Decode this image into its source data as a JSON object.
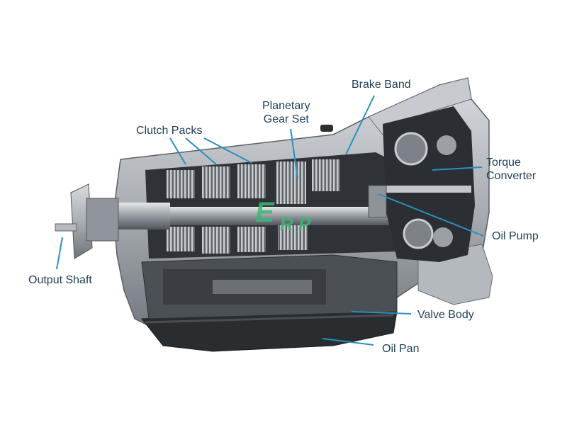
{
  "diagram": {
    "accent_color": "#2a8fbf",
    "label_color": "#1f3e57",
    "watermark_color": "#3cb878",
    "labels": {
      "brake_band": "Brake Band",
      "planetary_gear_set_line1": "Planetary",
      "planetary_gear_set_line2": "Gear Set",
      "clutch_packs": "Clutch Packs",
      "torque_converter_line1": "Torque",
      "torque_converter_line2": "Converter",
      "oil_pump": "Oil Pump",
      "output_shaft": "Output Shaft",
      "valve_body": "Valve Body",
      "oil_pan": "Oil Pan"
    }
  }
}
